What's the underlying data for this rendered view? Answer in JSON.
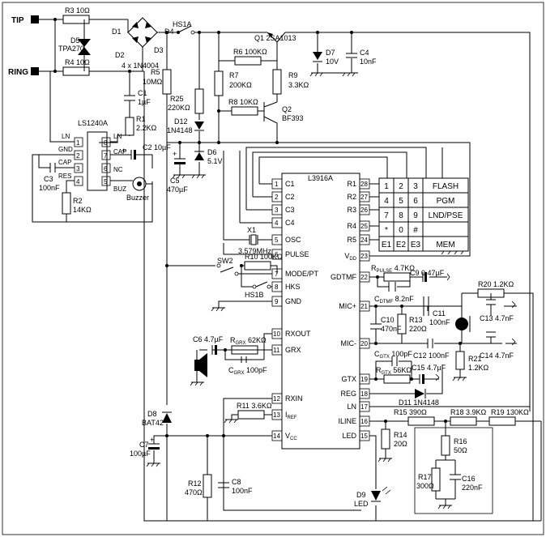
{
  "terminals": {
    "tip": "TIP",
    "ring": "RING"
  },
  "components": {
    "r3": "R3 10Ω",
    "r4": "R4 10Ω",
    "d5a": "D5",
    "d5b": "TPA270",
    "d1": "D1",
    "d2": "D2",
    "d3": "D3",
    "d4": "D4",
    "bridge": "4 x 1N4004",
    "hs1a": "HS1A",
    "r5a": "R5",
    "r5b": "10MΩ",
    "q1": "Q1 2SA1013",
    "r6": "R6 100KΩ",
    "r7a": "R7",
    "r7b": "200KΩ",
    "r9a": "R9",
    "r9b": "3.3KΩ",
    "r8": "R8 10KΩ",
    "q2a": "Q2",
    "q2b": "BF393",
    "d7a": "D7",
    "d7b": "10V",
    "c4a": "C4",
    "c4b": "10nF",
    "c1a": "C1",
    "c1b": "1µF",
    "r1a": "R1",
    "r1b": "2.2KΩ",
    "r25a": "R25",
    "r25b": "220KΩ",
    "d12a": "D12",
    "d12b": "1N4148",
    "d6a": "D6",
    "d6b": "5.1V",
    "c5a": "C5",
    "c5b": "470µF",
    "ls": "LS1240A",
    "c2": "C2 10µF",
    "c3a": "C3",
    "c3b": "100nF",
    "r2a": "R2",
    "r2b": "14KΩ",
    "buzzer": "Buzzer",
    "x1a": "X1",
    "x1b": "3.579MHz",
    "sw2": "SW2",
    "r10": "R10 100KΩ",
    "hs1b": "HS1B",
    "c6": "C6 4.7µF",
    "rgrx": "R",
    "rgrx_sub": "GRX",
    "rgrx_val": " 62KΩ",
    "cgrx": "C",
    "cgrx_sub": "GRX",
    "cgrx_val": " 100pF",
    "r11": "R11 3.6KΩ",
    "d8a": "D8",
    "d8b": "BAT42",
    "c7a": "C7",
    "c7b": "100µF",
    "r12a": "R12",
    "r12b": "470Ω",
    "c8a": "C8",
    "c8b": "100nF",
    "rpulse": "R",
    "rpulse_sub": "PULSE",
    "rpulse_val": " 4.7KΩ",
    "c9": "C9 0.47µF",
    "cdtmf": "C",
    "cdtmf_sub": "DTMF",
    "cdtmf_val": " 8.2nF",
    "r20": "R20 1.2KΩ",
    "c10a": "C10",
    "c10b": "470nF",
    "r13a": "R13",
    "r13b": "220Ω",
    "c11a": "C11",
    "c11b": "100nF",
    "c13": "C13 4.7nF",
    "c12": "C12 100nF",
    "c14": "C14 4.7nF",
    "r21a": "R21",
    "r21b": "1.2KΩ",
    "cgtx": "C",
    "cgtx_sub": "GTX",
    "cgtx_val": " 100pF",
    "rgtx": "R",
    "rgtx_sub": "GTX",
    "rgtx_val": " 56KΩ",
    "c15": "C15 4.7µF",
    "d11": "D11 1N4148",
    "r15": "R15 390Ω",
    "r18": "R18 3.9KΩ",
    "r19": "R19 130KΩ",
    "r14a": "R14",
    "r14b": "20Ω",
    "r16a": "R16",
    "r16b": "50Ω",
    "r17a": "R17",
    "r17b": "300Ω",
    "c16a": "C16",
    "c16b": "220nF",
    "d9a": "D9",
    "d9b": "LED"
  },
  "ls_pins": {
    "ln_l": "LN",
    "ln_r": "LN",
    "gnd": "GND",
    "cap_l": "CAP",
    "cap_r": "CAP",
    "res": "RES",
    "nc": "NC",
    "buz": "BUZ",
    "p1": "1",
    "p2": "2",
    "p3": "3",
    "p4": "4",
    "p5": "5",
    "p6": "6",
    "p7": "7",
    "p8": "8"
  },
  "chip": {
    "name": "L3916A",
    "left_pins": [
      {
        "num": "1",
        "name": "C1"
      },
      {
        "num": "2",
        "name": "C2"
      },
      {
        "num": "3",
        "name": "C3"
      },
      {
        "num": "4",
        "name": "C4"
      },
      {
        "num": "5",
        "name": "OSC"
      },
      {
        "num": "6",
        "name": "PULSE"
      },
      {
        "num": "7",
        "name": "MODE/PT"
      },
      {
        "num": "8",
        "name": "HKS"
      },
      {
        "num": "9",
        "name": "GND"
      },
      {
        "num": "10",
        "name": "RXOUT"
      },
      {
        "num": "11",
        "name": "GRX"
      },
      {
        "num": "12",
        "name": "RXIN"
      },
      {
        "num": "13",
        "name": "I"
      },
      {
        "num": "14",
        "name": "V"
      }
    ],
    "i_sub": "REF",
    "v_sub": "CC",
    "right_pins": [
      {
        "num": "28",
        "name": "R1"
      },
      {
        "num": "27",
        "name": "R2"
      },
      {
        "num": "26",
        "name": "R3"
      },
      {
        "num": "25",
        "name": "R4"
      },
      {
        "num": "24",
        "name": "R5"
      },
      {
        "num": "23",
        "name": "V"
      },
      {
        "num": "22",
        "name": "GDTMF"
      },
      {
        "num": "21",
        "name": "MIC+"
      },
      {
        "num": "20",
        "name": "MIC-"
      },
      {
        "num": "19",
        "name": "GTX"
      },
      {
        "num": "18",
        "name": "REG"
      },
      {
        "num": "17",
        "name": "LN"
      },
      {
        "num": "16",
        "name": "ILINE"
      },
      {
        "num": "15",
        "name": "LED"
      }
    ],
    "vdd_sub": "DD"
  },
  "keypad": {
    "rows": [
      [
        "1",
        "2",
        "3",
        "FLASH"
      ],
      [
        "4",
        "5",
        "6",
        "PGM"
      ],
      [
        "7",
        "8",
        "9",
        "LND/PSE"
      ],
      [
        "*",
        "0",
        "#",
        ""
      ],
      [
        "E1",
        "E2",
        "E3",
        "MEM"
      ]
    ]
  }
}
